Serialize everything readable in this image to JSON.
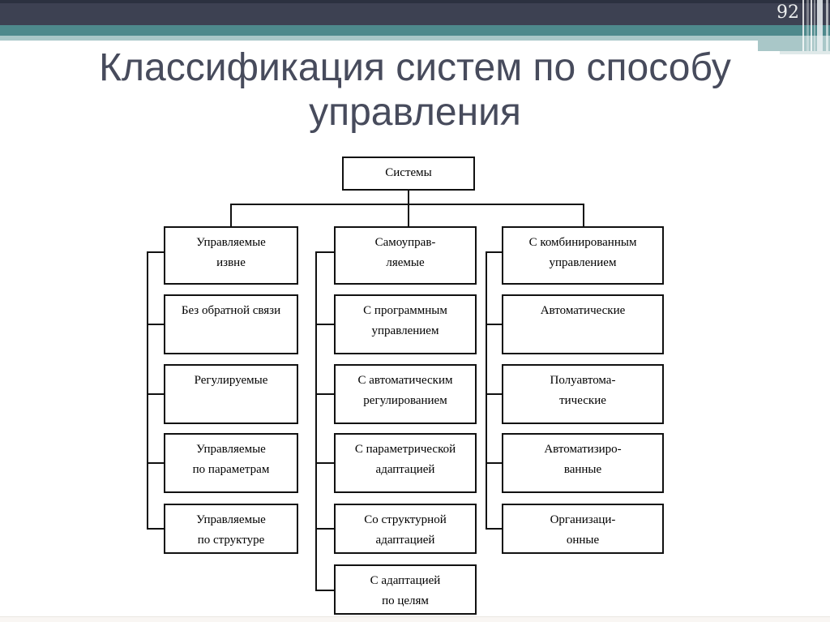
{
  "page_number": "92",
  "title": "Классификация систем по способу\nуправления",
  "colors": {
    "header_dark": "#3d4152",
    "teal": "#4e898c",
    "teal_light": "#a9c7c8",
    "title_color": "#474b5c",
    "line": "#111111"
  },
  "tree": {
    "root": "Системы",
    "columns": [
      {
        "header": "Управляемые\nизвне",
        "children": [
          "Без обратной связи",
          "Регулируемые",
          "Управляемые\nпо параметрам",
          "Управляемые\nпо структуре"
        ]
      },
      {
        "header": "Самоуправ-\nляемые",
        "children": [
          "С программным\nуправлением",
          "С автоматическим\nрегулированием",
          "С параметрической\nадаптацией",
          "Со структурной\nадаптацией",
          "С адаптацией\nпо целям"
        ]
      },
      {
        "header": "С комбинированным\nуправлением",
        "children": [
          "Автоматические",
          "Полуавтома-\nтические",
          "Автоматизиро-\nванные",
          "Организаци-\nонные"
        ]
      }
    ]
  }
}
